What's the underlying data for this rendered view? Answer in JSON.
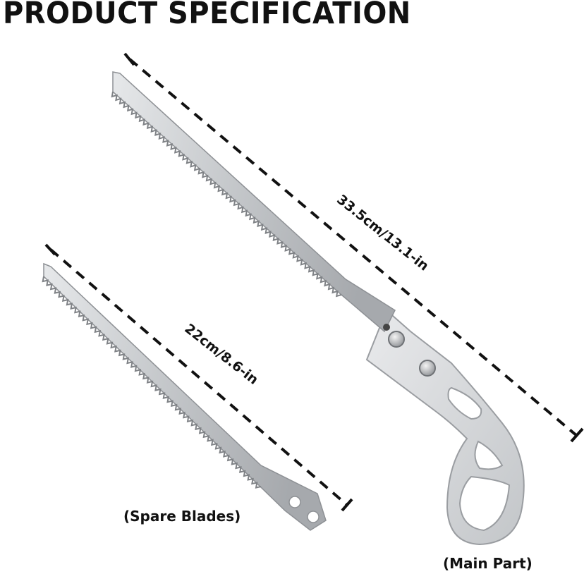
{
  "title": "PRODUCT SPECIFICATION",
  "dimensions": {
    "main_length": "33.5cm/13.1-in",
    "spare_length": "22cm/8.6-in"
  },
  "captions": {
    "spare": "(Spare Blades)",
    "main": "(Main Part)"
  },
  "colors": {
    "blade": "#b9bcc0",
    "handle": "#d9dbde",
    "text": "#111111"
  }
}
